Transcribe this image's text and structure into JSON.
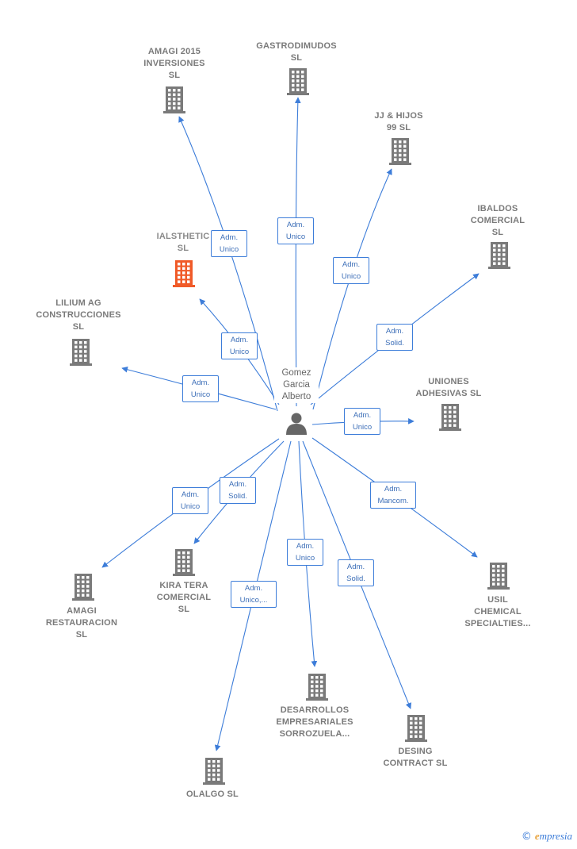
{
  "center": {
    "name_lines": [
      "Gomez",
      "Garcia",
      "Alberto"
    ]
  },
  "companies": [
    {
      "id": "amagi2015",
      "lines": [
        "AMAGI 2015",
        "INVERSIONES",
        "SL"
      ],
      "highlight": false
    },
    {
      "id": "gastrodimudos",
      "lines": [
        "GASTRODIMUDOS",
        "SL"
      ],
      "highlight": false
    },
    {
      "id": "jjhijos",
      "lines": [
        "JJ & HIJOS",
        "99 SL"
      ],
      "highlight": false
    },
    {
      "id": "ibaldos",
      "lines": [
        "IBALDOS",
        "COMERCIAL",
        "SL"
      ],
      "highlight": false
    },
    {
      "id": "ialsthetic",
      "lines": [
        "IALSTHETIC",
        "SL"
      ],
      "highlight": true
    },
    {
      "id": "lilium",
      "lines": [
        "LILIUM AG",
        "CONSTRUCCIONES",
        "SL"
      ],
      "highlight": false
    },
    {
      "id": "uniones",
      "lines": [
        "UNIONES",
        "ADHESIVAS  SL"
      ],
      "highlight": false
    },
    {
      "id": "amagirest",
      "lines": [
        "AMAGI",
        "RESTAURACION",
        "SL"
      ],
      "highlight": false
    },
    {
      "id": "kira",
      "lines": [
        "KIRA TERA",
        "COMERCIAL",
        "SL"
      ],
      "highlight": false
    },
    {
      "id": "usil",
      "lines": [
        "USIL",
        "CHEMICAL",
        "SPECIALTIES..."
      ],
      "highlight": false
    },
    {
      "id": "desarrollos",
      "lines": [
        "DESARROLLOS",
        "EMPRESARIALES",
        "SORROZUELA..."
      ],
      "highlight": false
    },
    {
      "id": "desing",
      "lines": [
        "DESING",
        "CONTRACT SL"
      ],
      "highlight": false
    },
    {
      "id": "olalgo",
      "lines": [
        "OLALGO  SL"
      ],
      "highlight": false
    }
  ],
  "edges": [
    {
      "to": "amagi2015",
      "label": [
        "Adm.",
        "Unico"
      ]
    },
    {
      "to": "gastrodimudos",
      "label": [
        "Adm.",
        "Unico"
      ]
    },
    {
      "to": "jjhijos",
      "label": [
        "Adm.",
        "Unico"
      ]
    },
    {
      "to": "ibaldos",
      "label": [
        "Adm.",
        "Solid."
      ]
    },
    {
      "to": "ialsthetic",
      "label": [
        "Adm.",
        "Unico"
      ]
    },
    {
      "to": "lilium",
      "label": [
        "Adm.",
        "Unico"
      ]
    },
    {
      "to": "uniones",
      "label": [
        "Adm.",
        "Unico"
      ]
    },
    {
      "to": "amagirest",
      "label": [
        "Adm.",
        "Unico"
      ]
    },
    {
      "to": "kira",
      "label": [
        "Adm.",
        "Solid."
      ]
    },
    {
      "to": "usil",
      "label": [
        "Adm.",
        "Mancom."
      ]
    },
    {
      "to": "desarrollos",
      "label": [
        "Adm.",
        "Unico"
      ]
    },
    {
      "to": "desing",
      "label": [
        "Adm.",
        "Solid."
      ]
    },
    {
      "to": "olalgo",
      "label": [
        "Adm.",
        "Unico,..."
      ]
    }
  ],
  "colors": {
    "edge": "#3d7dd9",
    "building": "#7a7a7a",
    "highlight": "#f05a28",
    "person": "#666666"
  },
  "icons": {
    "company": "building-icon",
    "center": "person-icon"
  },
  "footer": {
    "copyright": "©",
    "brand_initial": "e",
    "brand_rest": "mpresia"
  }
}
